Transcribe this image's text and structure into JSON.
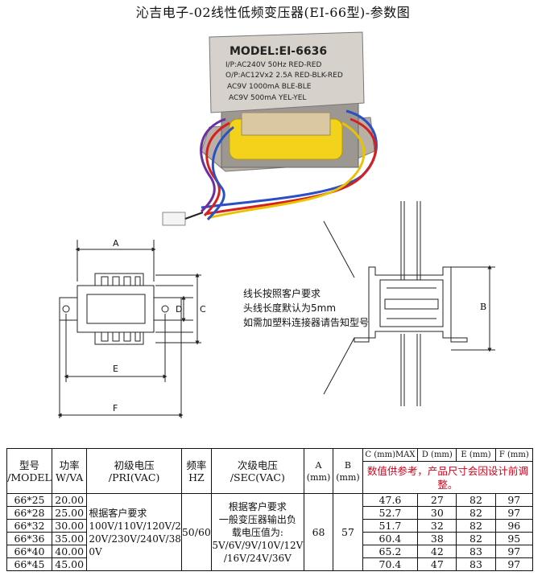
{
  "title": "沁吉电子-02线性低频变压器(EI-66型)-参数图",
  "nameplate": {
    "model": "MODEL:EI-6636",
    "line1": "I/P:AC240V  50Hz  RED-RED",
    "line2": "O/P:AC12Vx2  2.5A  RED-BLK-RED",
    "line3": "AC9V  1000mA  BLE-BLE",
    "line4": "AC9V  500mA  YEL-YEL"
  },
  "dims": {
    "A": "A",
    "B": "B",
    "C": "C",
    "D": "D",
    "E": "E",
    "F": "F"
  },
  "notes": [
    "线长按照客户要求",
    "头线长度默认为5mm",
    "如需加塑料连接器请告知型号"
  ],
  "table": {
    "headers": {
      "model": "型号\n/MODEL",
      "power": "功率\nW/VA",
      "pri": "初级电压\n/PRI(VAC)",
      "hz": "频率\nHZ",
      "sec": "次级电压\n/SEC(VAC)",
      "a": "A\n(mm)",
      "b": "B\n(mm)",
      "c": "C (mm)MAX",
      "d": "D (mm)",
      "e": "E (mm)",
      "f": "F (mm)"
    },
    "note_red": "数值供参考，产品尺寸会因设计前调整。",
    "pri_value": "根据客户要求\n100V/110V/120V/2\n20V/230V/240V/38\n0V",
    "hz_value": "50/60",
    "sec_value": "根据客户要求\n一般变压器输出负\n载电压值为:\n5V/6V/9V/10V/12V\n/16V/24V/36V",
    "a_value": "68",
    "b_value": "57",
    "rows": [
      {
        "model": "66*25",
        "power": "20.00",
        "c": "47.6",
        "d": "27",
        "e": "82",
        "f": "97"
      },
      {
        "model": "66*28",
        "power": "25.00",
        "c": "52.7",
        "d": "30",
        "e": "82",
        "f": "97"
      },
      {
        "model": "66*32",
        "power": "30.00",
        "c": "51.7",
        "d": "32",
        "e": "82",
        "f": "96"
      },
      {
        "model": "66*36",
        "power": "35.00",
        "c": "60.4",
        "d": "38",
        "e": "82",
        "f": "95"
      },
      {
        "model": "66*40",
        "power": "40.00",
        "c": "65.2",
        "d": "42",
        "e": "83",
        "f": "97"
      },
      {
        "model": "66*45",
        "power": "45.00",
        "c": "70.4",
        "d": "47",
        "e": "83",
        "f": "97"
      }
    ]
  }
}
